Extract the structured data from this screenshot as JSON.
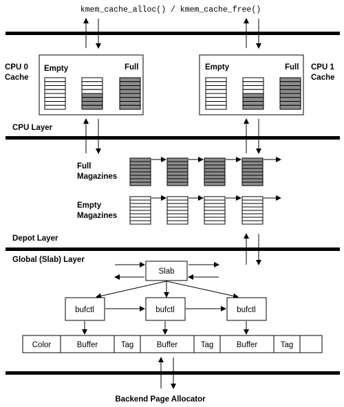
{
  "api_label": "kmem_cache_alloc() / kmem_cache_free()",
  "cpu0": {
    "name": "CPU 0",
    "sub": "Cache",
    "empty_label": "Empty",
    "full_label": "Full"
  },
  "cpu1": {
    "name": "CPU 1",
    "sub": "Cache",
    "empty_label": "Empty",
    "full_label": "Full"
  },
  "cpu_layer": "CPU Layer",
  "depot": {
    "full_line1": "Full",
    "full_line2": "Magazines",
    "empty_line1": "Empty",
    "empty_line2": "Magazines"
  },
  "depot_layer": "Depot Layer",
  "global_layer": "Global (Slab) Layer",
  "slab_label": "Slab",
  "bufctl_label": "bufctl",
  "memory_cells": [
    "Color",
    "Buffer",
    "Tag",
    "Buffer",
    "Tag",
    "Buffer",
    "Tag",
    ""
  ],
  "backend": "Backend Page Allocator",
  "colors": {
    "line": "#000000",
    "full_fill": "#8c8c8c",
    "empty_fill": "#ffffff"
  }
}
